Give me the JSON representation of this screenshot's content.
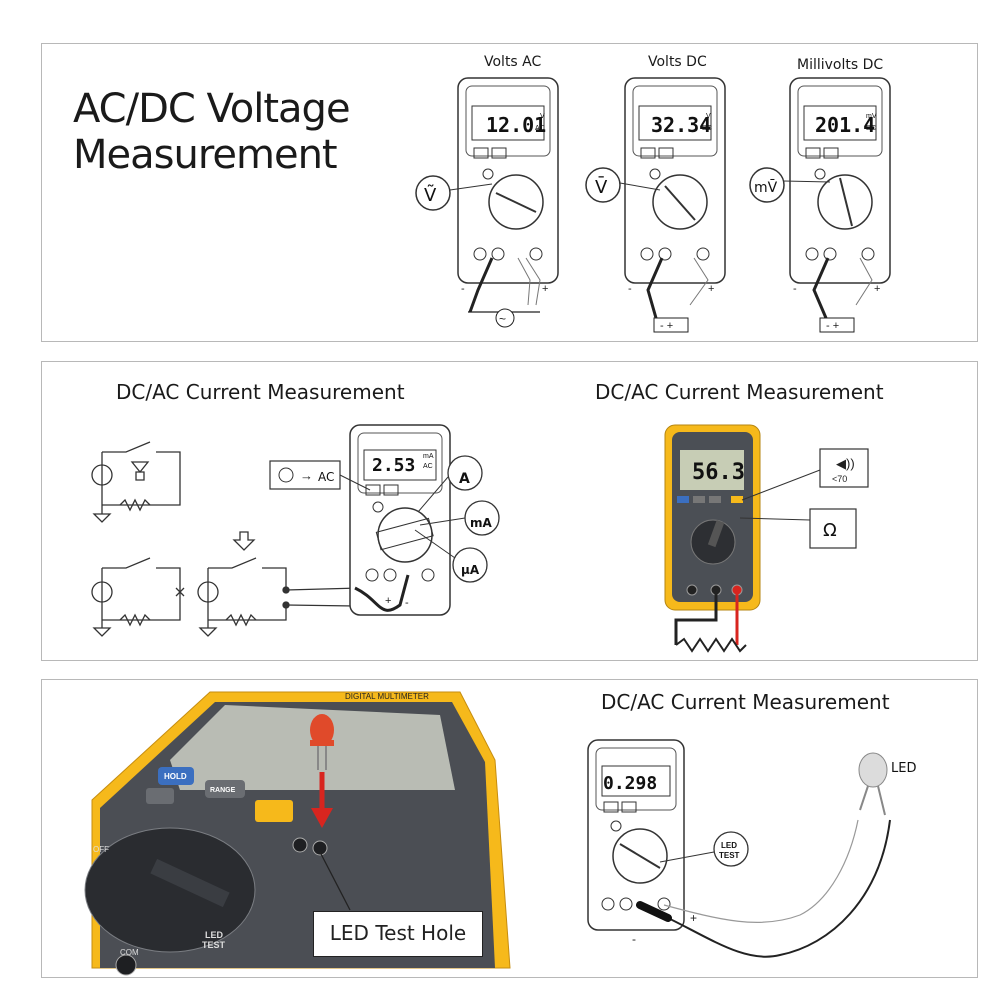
{
  "panel1": {
    "title_line1": "AC/DC Voltage",
    "title_line2": "Measurement",
    "meters": [
      {
        "label": "Volts AC",
        "display": "12.01",
        "unit_top": "V",
        "unit_bottom": "AC",
        "symbol": "Ṽ"
      },
      {
        "label": "Volts DC",
        "display": "32.34",
        "unit_top": "V",
        "unit_bottom": "DC",
        "symbol": "V̄"
      },
      {
        "label": "Millivolts DC",
        "display": "201.4",
        "unit_top": "mV",
        "unit_bottom": "DC",
        "symbol": "mV̄"
      }
    ]
  },
  "panel2": {
    "title_left": "DC/AC Current Measurement",
    "title_right": "DC/AC Current Measurement",
    "meter_display": "2.53",
    "meter_unit_top": "mA",
    "meter_unit_bottom": "AC",
    "ac_label": "AC",
    "range_A": "A",
    "range_mA": "mA",
    "range_uA": "μA",
    "fluke_display": "56.3",
    "continuity_text": "<70",
    "ohm_symbol": "Ω"
  },
  "panel3": {
    "title": "DC/AC Current Measurement",
    "led_test_hole": "LED Test Hole",
    "meter_display": "0.298",
    "led_label": "LED",
    "led_test_line1": "LED",
    "led_test_line2": "TEST",
    "btn_hold": "HOLD",
    "btn_range": "RANGE",
    "digital_multimeter": "DIGITAL MULTIMETER",
    "com_label": "COM",
    "off_label": "OFF"
  },
  "colors": {
    "yellow": "#f6b91b",
    "led_red": "#e04a2a",
    "arrow_red": "#d8251f",
    "hold_blue": "#3b6fc0"
  }
}
